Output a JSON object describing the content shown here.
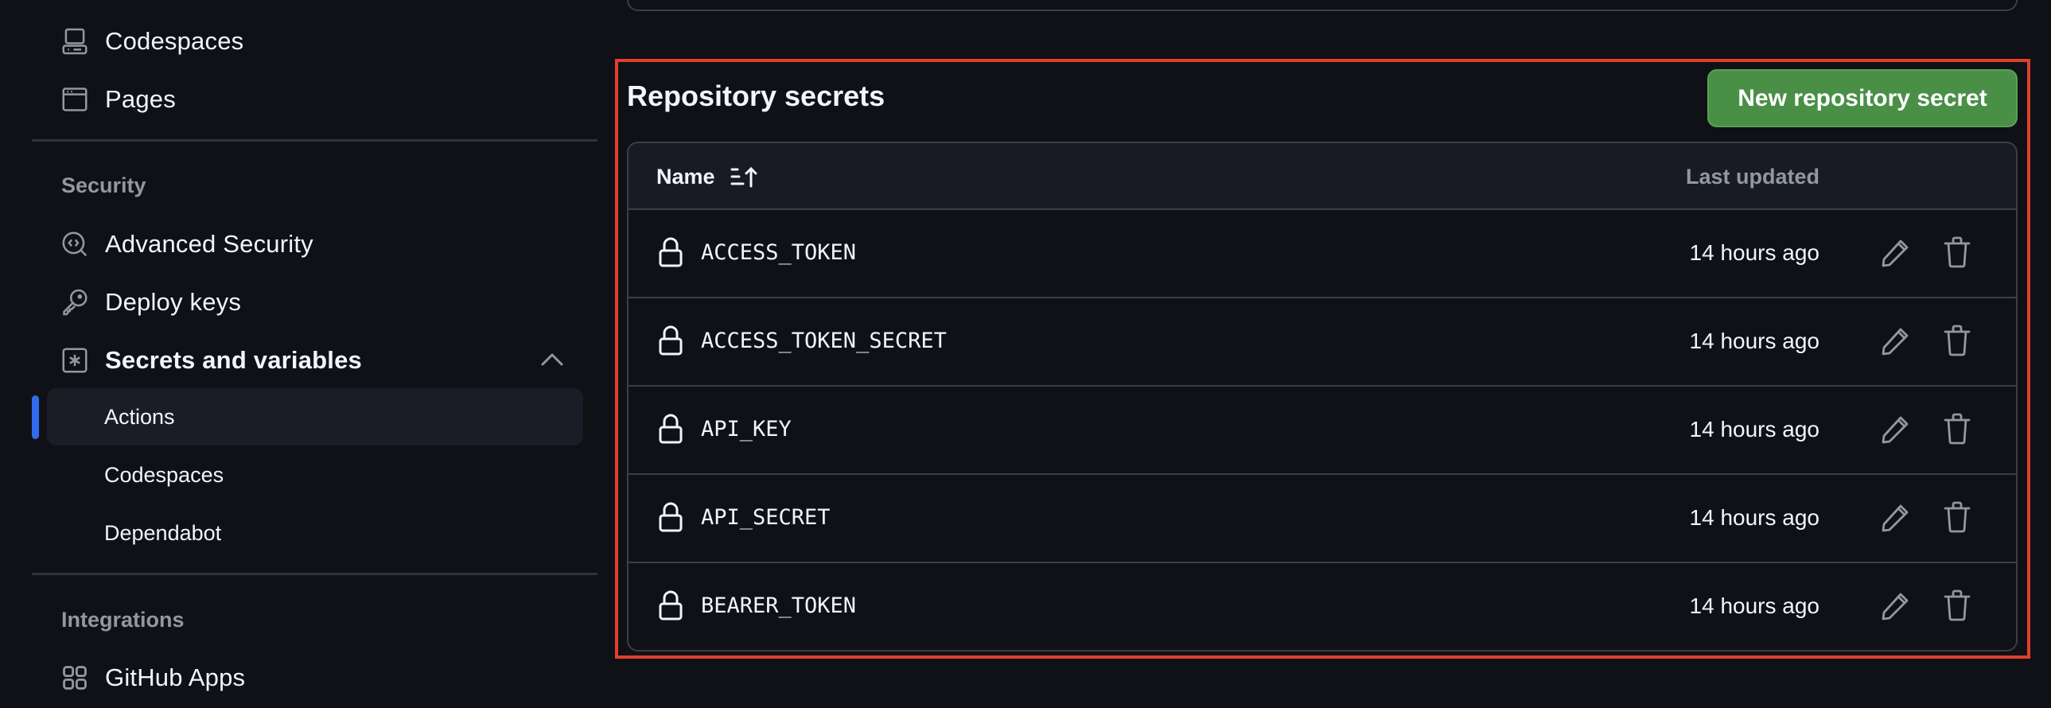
{
  "sidebar": {
    "items_top": [
      {
        "label": "Codespaces",
        "icon": "codespaces-icon"
      },
      {
        "label": "Pages",
        "icon": "browser-icon"
      }
    ],
    "security": {
      "title": "Security",
      "items": [
        {
          "label": "Advanced Security",
          "icon": "codescan-icon"
        },
        {
          "label": "Deploy keys",
          "icon": "key-icon"
        },
        {
          "label": "Secrets and variables",
          "icon": "key-asterisk-icon",
          "expanded": true
        }
      ],
      "sub_items": [
        {
          "label": "Actions",
          "active": true
        },
        {
          "label": "Codespaces",
          "active": false
        },
        {
          "label": "Dependabot",
          "active": false
        }
      ]
    },
    "integrations": {
      "title": "Integrations",
      "items": [
        {
          "label": "GitHub Apps",
          "icon": "apps-icon"
        }
      ]
    }
  },
  "main": {
    "section_title": "Repository secrets",
    "new_button_label": "New repository secret",
    "table": {
      "columns": {
        "name": "Name",
        "last_updated": "Last updated"
      },
      "sort": {
        "column": "Name",
        "direction": "ascending"
      },
      "rows": [
        {
          "name": "ACCESS_TOKEN",
          "updated": "14 hours ago"
        },
        {
          "name": "ACCESS_TOKEN_SECRET",
          "updated": "14 hours ago"
        },
        {
          "name": "API_KEY",
          "updated": "14 hours ago"
        },
        {
          "name": "API_SECRET",
          "updated": "14 hours ago"
        },
        {
          "name": "BEARER_TOKEN",
          "updated": "14 hours ago"
        }
      ]
    }
  },
  "colors": {
    "background": "#0f1117",
    "accent_blue": "#2f6bea",
    "button_green": "#4a8f46",
    "highlight_red": "#e0402a",
    "muted_text": "#9198a1",
    "border": "#3a3f47"
  }
}
